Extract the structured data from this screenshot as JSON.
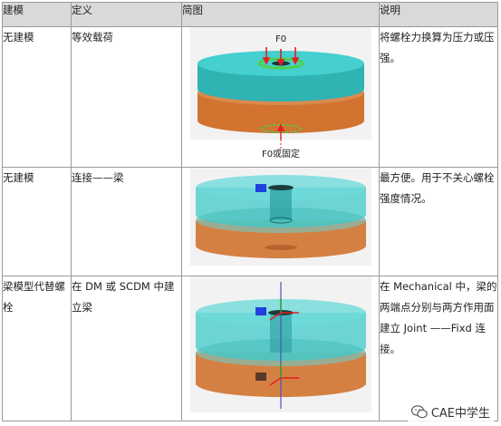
{
  "table": {
    "headers": [
      "建模",
      "定义",
      "简图",
      "说明"
    ],
    "rows": [
      {
        "model": "无建模",
        "definition": "等效载荷",
        "label_top": "F0",
        "label_bottom": "F0或固定",
        "note": "将螺栓力换算为压力或压强。"
      },
      {
        "model": "无建模",
        "definition": "连接——梁",
        "note": "最方便。用于不关心螺栓强度情况。"
      },
      {
        "model": "梁模型代替螺栓",
        "definition": "在 DM 或 SCDM 中建立梁",
        "note": "在 Mechanical 中，梁的两端点分别与两方作用面建立 Joint ——Fixd 连接。"
      }
    ]
  },
  "watermark": {
    "text": "CAE中学生",
    "icon": "wechat-icon"
  },
  "colors": {
    "header_bg": "#d9d9d9",
    "disk_top": "#3fc9c9",
    "disk_bottom": "#d96f22",
    "force_arrow": "#e02020",
    "ring": "#4cd14c"
  }
}
